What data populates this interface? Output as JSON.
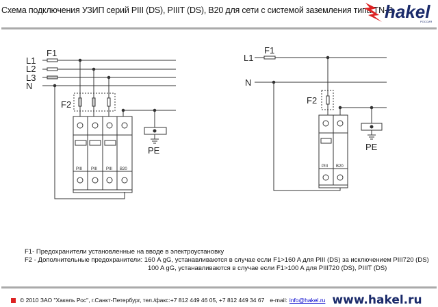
{
  "header": {
    "title": "Схема подключения  УЗИП серий PIII (DS), PIIIT (DS), B20  для сети с системой заземления типа TN-S",
    "logo_text": "hakel",
    "logo_sub": "РОССИЯ"
  },
  "diagram_left": {
    "lines": [
      "L1",
      "L2",
      "L3",
      "N"
    ],
    "f1": "F1",
    "f2": "F2",
    "pe": "PE",
    "modules": [
      "PIII",
      "PIII",
      "PIII",
      "B20"
    ]
  },
  "diagram_right": {
    "lines": [
      "L1",
      "N"
    ],
    "f1": "F1",
    "f2": "F2",
    "pe": "PE",
    "modules": [
      "PIII",
      "B20"
    ]
  },
  "notes": {
    "line1": "F1- Предохранители установленные на вводе в электроустановку",
    "line2": "F2 - Дополнительные предохранители: 160 A gG, устанавливаются в случае если F1>160 A для PIII (DS) за исключением PIII720 (DS)",
    "line3": "100 A gG, устанавливаются в случае если F1>100 A для PIII720 (DS), PIIIT (DS)"
  },
  "footer": {
    "copyright": "© 2010 ЗАО \"Хакель Рос\", г.Санкт-Петербург, тел./факс:+7 812 449 46 05, +7 812 449 34 67",
    "email_label": "e-mail:",
    "email": "info@hakel.ru",
    "website": "www.hakel.ru"
  },
  "colors": {
    "accent": "#dd2222",
    "brand": "#1a2a6a"
  }
}
